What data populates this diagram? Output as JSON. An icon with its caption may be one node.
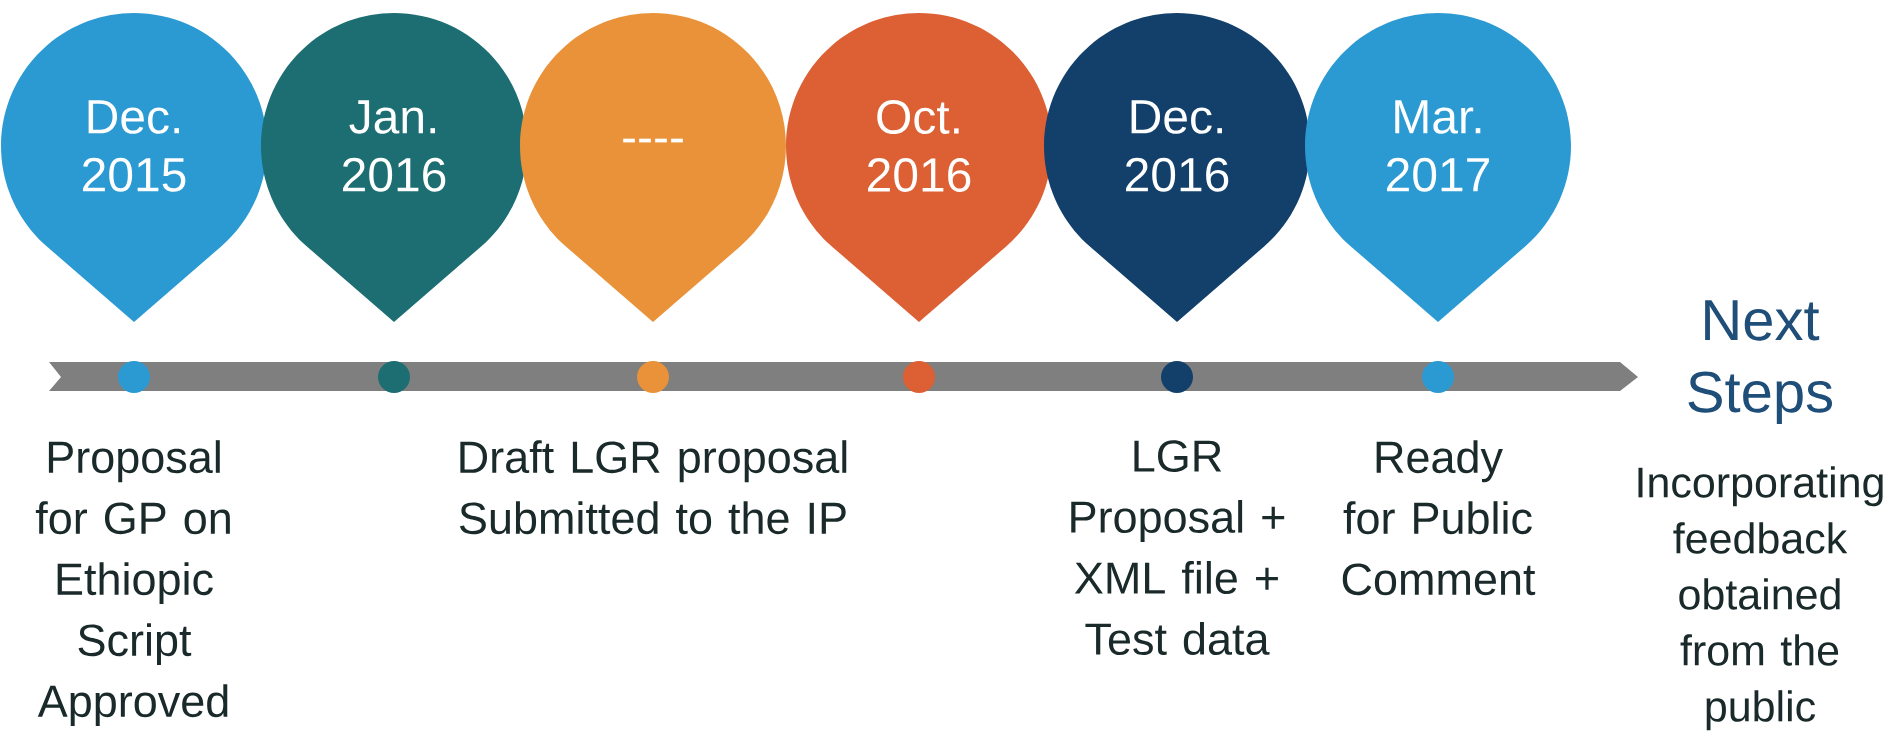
{
  "diagram": {
    "nodes": [
      {
        "text": [
          "Dec. 2015"
        ],
        "beside": [
          "Proposal for GP on Ethiopic Script Approved"
        ]
      },
      {
        "text": [
          "Jan. 2016"
        ]
      },
      {
        "text": [
          "----"
        ],
        "beside": [
          "Draft LGR proposal Submitted to the IP"
        ]
      },
      {
        "text": [
          "Oct. 2016"
        ]
      },
      {
        "text": [
          "Dec. 2016"
        ],
        "beside": [
          "LGR Proposal + XML file + Test data"
        ]
      },
      {
        "text": [
          "Mar. 2017"
        ],
        "beside": [
          "Ready for Public Comment"
        ]
      }
    ],
    "labels": [
      "Next Steps",
      "Incorporating feedback obtained from the public"
    ]
  }
}
